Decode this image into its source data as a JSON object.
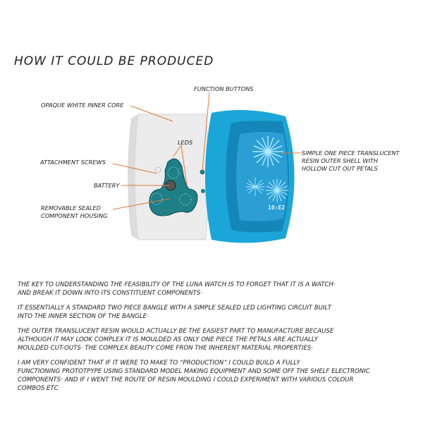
{
  "title": "HOW IT COULD BE PRODUCED",
  "labels": {
    "function_buttons": "FUNCTION BUTTONS",
    "inner_core": "OPAQUE WHITE INNER CORE",
    "leds": "LEDS",
    "attachment_screws": "ATTACHMENT SCREWS",
    "battery": "BATTERY",
    "housing": "REMOVABLE SEALED\nCOMPONENT HOUSING",
    "outer_shell": "SIMPLE ONE PIECE TRANSLUCENT\nRESIN OUTER SHELL WITH\nHOLLOW CUT OUT PETALS",
    "watch_time": "10:E2"
  },
  "paragraphs": [
    "THE KEY TO UNDERSTANDING THE FEASIBILITY OF THE LUNA WATCH IS TO FORGET THAT IT IS A WATCH·\nAND BREAK IT DOWN INTO ITS CONSTITUENT COMPONENTS·",
    "IT  ESSENTIALLY A STANDARD TWO PIECE BANGLE WITH A SIMPLE SEALED LED LIGHTING CIRCUIT BUILT\nINTO THE INNER SECTION OF THE BANGLE·",
    "THE OUTER TRANSLUCENT RESIN WOULD ACTUALLY BE THE EASIEST PART TO MANUFACTURE BECAUSE\nALTHOUGH IT MAY LOOK COMPLEX IT IS MOULDED AS ONLY ONE PIECE THE PETALS ARE ACTUALLY\nMOULDED CUT-OUTS· THE COMPLEX BEAUTY COME FRON THE INHERENT MATERIAL PROPERTIES·",
    "I AM VERY CONFIDENT THAT IF IT WERE TO MAKE TO “PRODUCTION” I COULD BUILD A FULLY\nFUNCTIONING PROTOTPYPE USING STANDARD MODEL MAKING EQUIPMENT AND SOME OFF THE SHELF ELECTRONIC\nCOMPONENTS· AND IF I WENT THE ROUTE OF RESIN MOULDING I COULD EXPERIMENT WITH VARIOUS COLOUR\nCOMBOS ETC"
  ],
  "colors": {
    "leader": "#e07a3a",
    "shell": "#1aa6d8",
    "housing": "#1e7f86"
  }
}
